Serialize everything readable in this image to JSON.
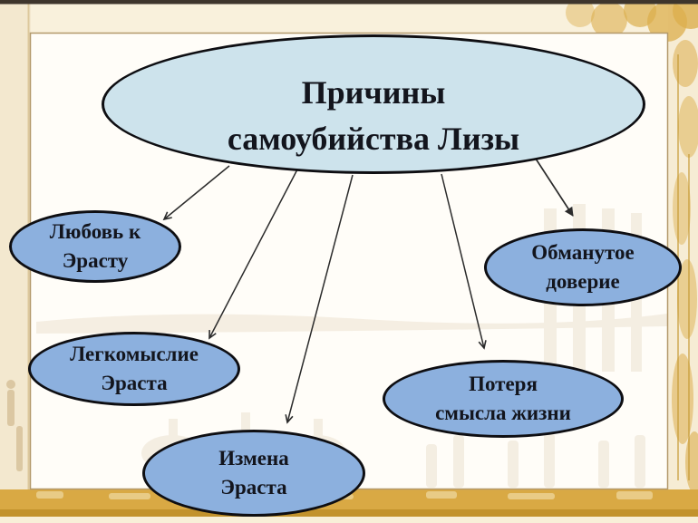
{
  "slide": {
    "title_node": {
      "line1": "Причины",
      "line2": "самоубийства Лизы"
    },
    "cause_nodes": [
      {
        "id": "lyubov",
        "line1": "Любовь к",
        "line2": "Эрасту"
      },
      {
        "id": "legkomyslie",
        "line1": "Легкомыслие",
        "line2": "Эраста"
      },
      {
        "id": "izmena",
        "line1": "Измена",
        "line2": "Эраста"
      },
      {
        "id": "poterya",
        "line1": "Потеря",
        "line2": "смысла жизни"
      },
      {
        "id": "obmanutoe",
        "line1": "Обманутое",
        "line2": "доверие"
      }
    ],
    "colors": {
      "root_fill": "#cde3ec",
      "cause_fill": "#8cb0de",
      "outline": "#0e0e12",
      "arrow": "#2b2b2b",
      "panel": "#fffdf8",
      "panel_border": "#b3996b",
      "cream": "#f9f1dc",
      "gold": "#d9a944",
      "gold_dark": "#c2922c",
      "topbar": "#3e352c"
    }
  }
}
